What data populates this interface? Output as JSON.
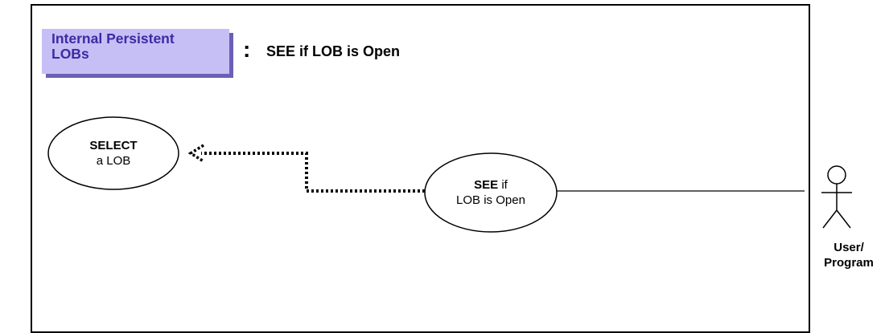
{
  "header": {
    "title_line1": "Internal Persistent",
    "title_line2": "LOBs",
    "separator": ":",
    "subtitle": "SEE if LOB is Open"
  },
  "use_cases": {
    "select": {
      "line1": "SELECT",
      "line2": "a LOB"
    },
    "see": {
      "line1_bold": "SEE",
      "line1_rest": " if",
      "line2": "LOB is Open"
    }
  },
  "actor": {
    "line1": "User/",
    "line2": "Program"
  },
  "colors": {
    "header_fill": "#c6bff5",
    "header_shadow": "#6b5fb5",
    "header_text": "#3a2ba5",
    "line": "#000000"
  }
}
